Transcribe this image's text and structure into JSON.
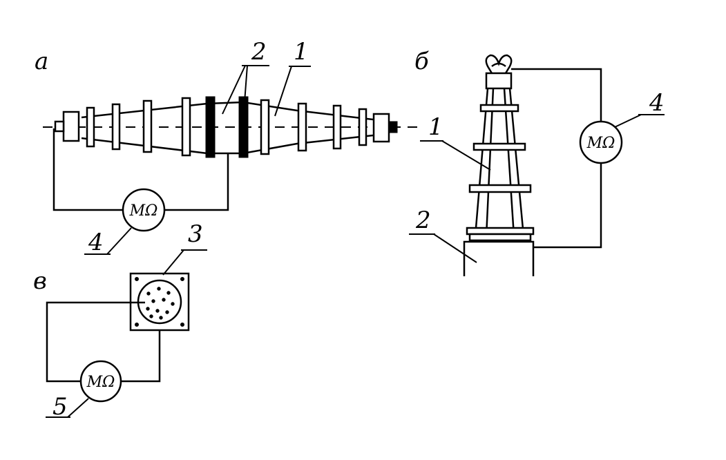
{
  "panels": {
    "a": {
      "letter": "а",
      "callout_1": "1",
      "callout_2": "2",
      "callout_4": "4",
      "meter": "MΩ"
    },
    "b": {
      "letter": "б",
      "callout_1": "1",
      "callout_2": "2",
      "callout_4": "4",
      "meter": "MΩ"
    },
    "v": {
      "letter": "в",
      "callout_3": "3",
      "callout_5": "5",
      "meter": "MΩ"
    }
  }
}
